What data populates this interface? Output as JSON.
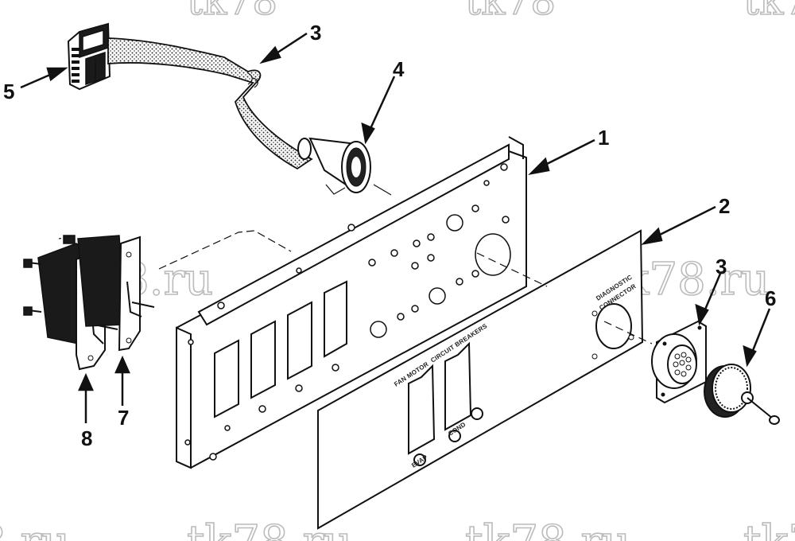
{
  "callouts": [
    {
      "id": "1",
      "label": "1"
    },
    {
      "id": "2",
      "label": "2"
    },
    {
      "id": "3",
      "label": "3"
    },
    {
      "id": "4",
      "label": "4"
    },
    {
      "id": "5",
      "label": "5"
    },
    {
      "id": "6",
      "label": "6"
    },
    {
      "id": "7",
      "label": "7"
    },
    {
      "id": "8",
      "label": "8"
    }
  ],
  "panel_labels": {
    "diagnostic_line1": "DIAGNOSTIC",
    "diagnostic_line2": "CONNECTOR",
    "fan_motor": "FAN MOTOR",
    "circuit_breakers": "CIRCUIT BREAKERS",
    "evap": "EVAP",
    "cond": "COND"
  },
  "watermarks": {
    "mark": "tk78.ru",
    "top_fragment": "tk78"
  }
}
